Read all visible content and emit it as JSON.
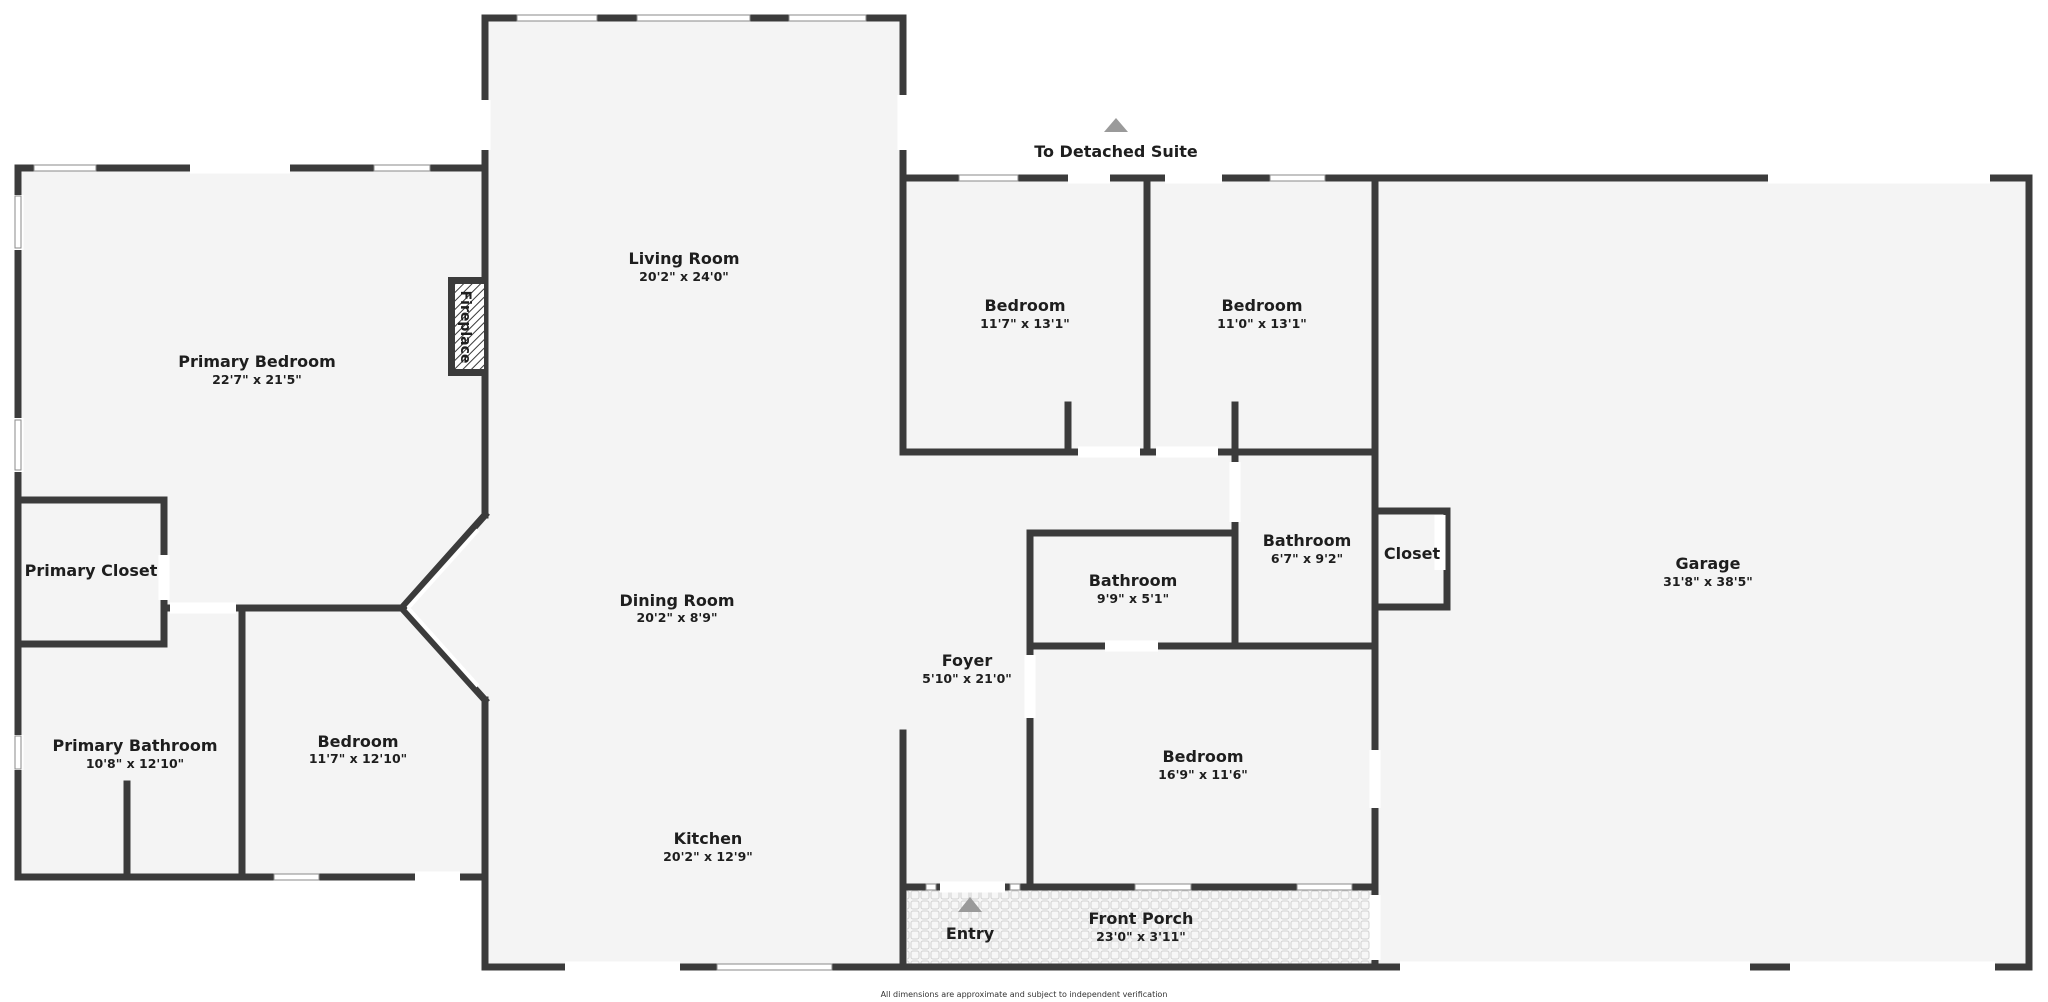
{
  "plan": {
    "labels": {
      "detached": "To Detached Suite",
      "entry": "Entry",
      "fireplace": "Fireplace",
      "disclaimer": "All dimensions are approximate and subject to independent verification"
    },
    "rooms": [
      {
        "name": "Living Room",
        "dims": "20'2\" x 24'0\""
      },
      {
        "name": "Primary Bedroom",
        "dims": "22'7\" x 21'5\""
      },
      {
        "name": "Primary Closet",
        "dims": ""
      },
      {
        "name": "Primary Bathroom",
        "dims": "10'8\" x 12'10\""
      },
      {
        "name": "Bedroom",
        "dims": "11'7\" x 12'10\""
      },
      {
        "name": "Dining Room",
        "dims": "20'2\" x 8'9\""
      },
      {
        "name": "Kitchen",
        "dims": "20'2\" x 12'9\""
      },
      {
        "name": "Bedroom",
        "dims": "11'7\" x 13'1\""
      },
      {
        "name": "Bedroom",
        "dims": "11'0\" x 13'1\""
      },
      {
        "name": "Bathroom",
        "dims": "6'7\" x 9'2\""
      },
      {
        "name": "Bathroom",
        "dims": "9'9\" x 5'1\""
      },
      {
        "name": "Foyer",
        "dims": "5'10\" x 21'0\""
      },
      {
        "name": "Bedroom",
        "dims": "16'9\" x 11'6\""
      },
      {
        "name": "Front Porch",
        "dims": "23'0\" x 3'11\""
      },
      {
        "name": "Closet",
        "dims": ""
      },
      {
        "name": "Garage",
        "dims": "31'8\" x 38'5\""
      }
    ]
  }
}
